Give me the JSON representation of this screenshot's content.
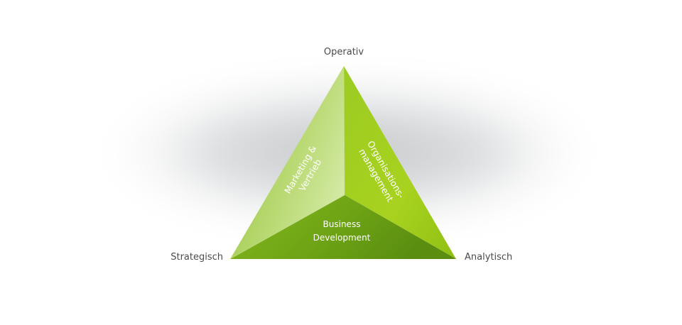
{
  "corners": {
    "top": "Operativ",
    "left": "Strategisch",
    "right": "Analytisch"
  },
  "faces": {
    "left_line1": "Marketing &",
    "left_line2": "Vertrieb",
    "right_line1": "Organisations-",
    "right_line2": "management",
    "bottom_line1": "Business",
    "bottom_line2": "Development"
  },
  "colors": {
    "left_face_light": "#cde59a",
    "left_face_dark": "#8fbf2c",
    "right_face_light": "#b0d83a",
    "right_face_dark": "#96c31a",
    "bottom_face_light": "#7db31a",
    "bottom_face_dark": "#5f9010",
    "shadow": "#c7cacd"
  }
}
